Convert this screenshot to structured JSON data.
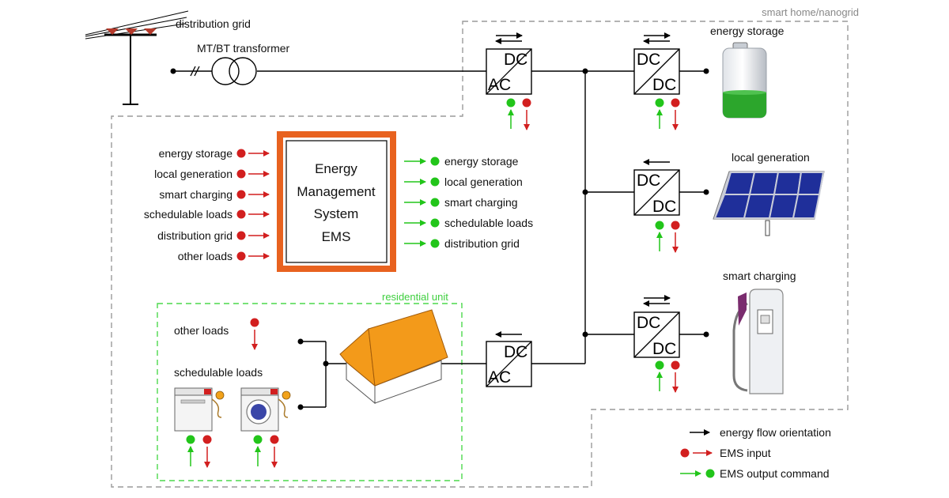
{
  "colors": {
    "input_red": "#d21f1f",
    "output_green": "#22c51a",
    "ems_border": "#e8621f",
    "residential_dash": "#4cd94c",
    "house_roof": "#f39a1a",
    "battery_green": "#2ca62c",
    "panel_blue": "#1f2f9a",
    "charger_magenta": "#7a2c6e"
  },
  "labels": {
    "distribution_grid": "distribution grid",
    "transformer": "MT/BT transformer",
    "smart_home": "smart home/nanogrid",
    "energy_storage": "energy storage",
    "local_generation": "local generation",
    "smart_charging": "smart charging",
    "residential_unit": "residential unit",
    "other_loads": "other loads",
    "schedulable_loads": "schedulable loads"
  },
  "converters": {
    "dc": "DC",
    "ac": "AC"
  },
  "ems": {
    "line1": "Energy",
    "line2": "Management",
    "line3": "System",
    "line4": "EMS",
    "inputs": [
      "energy storage",
      "local generation",
      "smart charging",
      "schedulable loads",
      "distribution grid",
      "other loads"
    ],
    "outputs": [
      "energy storage",
      "local generation",
      "smart charging",
      "schedulable loads",
      "distribution grid"
    ]
  },
  "legend": {
    "flow": "energy flow orientation",
    "input": "EMS input",
    "output": "EMS output command"
  },
  "icons": {
    "power_pole": "power-pole-icon",
    "transformer": "transformer-icon",
    "battery": "battery-icon",
    "solar": "solar-panel-icon",
    "charger": "ev-charger-icon",
    "house": "house-icon",
    "dishwasher": "dishwasher-icon",
    "washer": "washing-machine-icon"
  }
}
